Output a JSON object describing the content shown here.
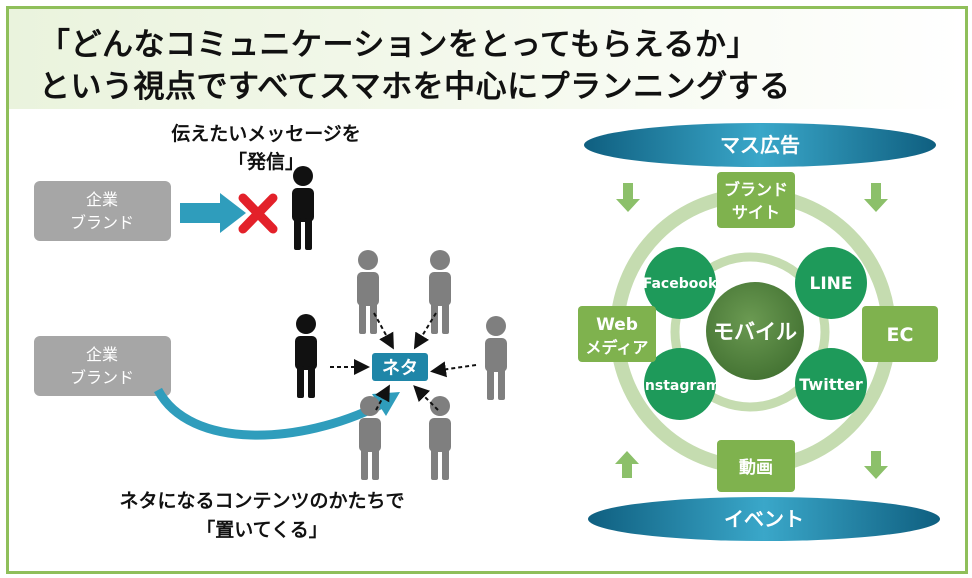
{
  "header": {
    "line1": "「どんなコミュニケーションをとってもらえるか」",
    "line2": "という視点ですべてスマホを中心にプランニングする"
  },
  "left": {
    "message_line1": "伝えたいメッセージを",
    "message_line2": "「発信」",
    "brand_line1": "企業",
    "brand_line2": "ブランド",
    "neta": "ネタ",
    "bottom_line1": "ネタになるコンテンツのかたちで",
    "bottom_line2": "「置いてくる」"
  },
  "right": {
    "top_banner": "マス広告",
    "bottom_banner": "イベント",
    "center": "モバイル",
    "inner_nodes": [
      "Facebook",
      "LINE",
      "Instagram",
      "Twitter"
    ],
    "brand_site_line1": "ブランド",
    "brand_site_line2": "サイト",
    "web_media_line1": "Web",
    "web_media_line2": "メディア",
    "ec": "EC",
    "video": "動画"
  },
  "colors": {
    "dark_green": "#4d7a3a",
    "mid_green": "#1e9a5a",
    "light_green": "#7fb24e",
    "ring_green": "#c5dcb0",
    "teal": "#2a8fb0",
    "gray_box": "#a6a6a6",
    "red_x": "#e3212a"
  }
}
